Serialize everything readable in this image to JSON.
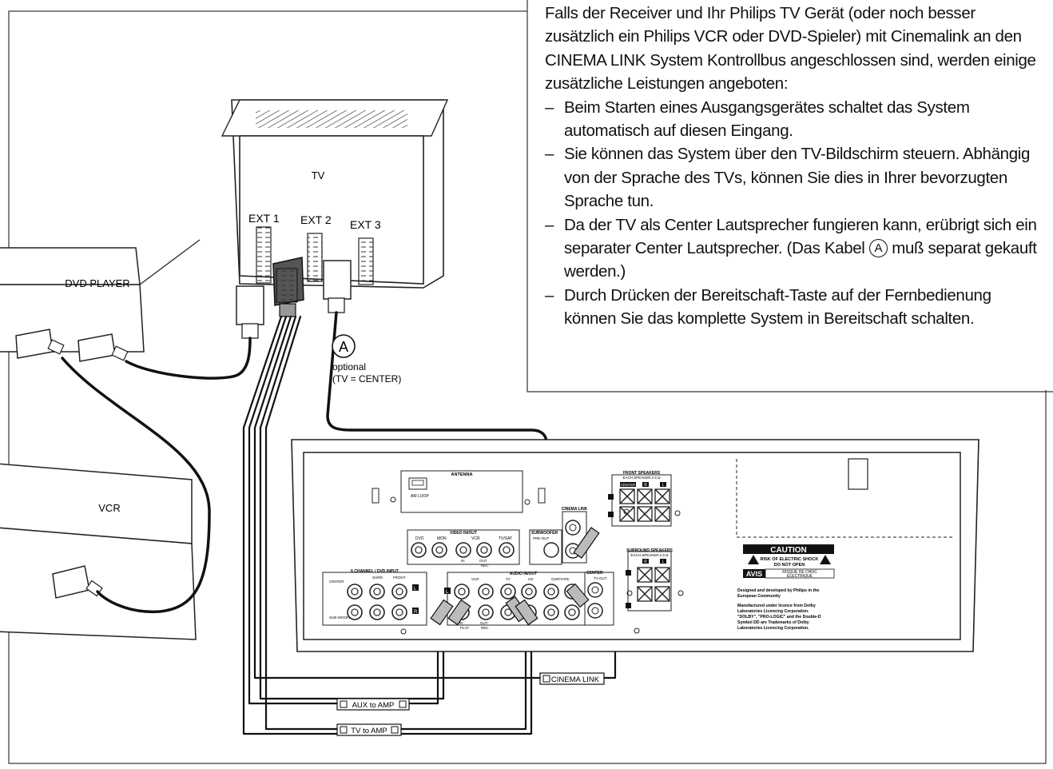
{
  "intro": "Falls der Receiver und Ihr Philips TV Gerät (oder noch besser zusätzlich ein Philips VCR oder DVD-Spieler) mit Cinemalink an den CINEMA LINK System Kontrollbus angeschlossen sind, werden einige zusätzliche Leistungen angeboten:",
  "bullets": [
    "Beim Starten eines Ausgangsgerätes schaltet das System automatisch auf diesen Eingang.",
    "Sie können das System über den TV-Bildschirm steuern. Abhängig von der Sprache des TVs, können Sie dies in Ihrer bevorzugten Sprache tun."
  ],
  "bullet3": {
    "before": "Da der TV als Center Lautsprecher fungieren kann, erübrigt sich ein separater Center Lautsprecher. (Das Kabel",
    "circle": "A",
    "after": "muß separat gekauft werden.)"
  },
  "bullet4": "Durch Drücken der Bereitschaft-Taste auf der Fernbedienung können Sie das komplette System in Bereitschaft schalten.",
  "labels": {
    "tv": "TV",
    "ext1": "EXT 1",
    "ext2": "EXT 2",
    "ext3": "EXT 3",
    "dvd_player": "DVD PLAYER",
    "vcr": "VCR",
    "cable_a": "A",
    "optional_1": "optional",
    "optional_2": "(TV = CENTER)",
    "cinema_link_cable": "CINEMA LINK",
    "aux_to_amp": "AUX to AMP",
    "tv_to_amp": "TV to AMP"
  },
  "receiver": {
    "antenna": "ANTENNA",
    "am_loop": "AM LOOP",
    "video_inout": "VIDEO IN/OUT",
    "video_jacks": [
      "DVD",
      "MON",
      "VCR",
      "TV/SAT"
    ],
    "in": "IN",
    "out": "OUT",
    "play": "PLAY",
    "rec": "REC",
    "subwoofer": "SUBWOOFER",
    "pre_out": "PRE-OUT",
    "cinema_link": "CINEMA LINK",
    "six_channel": "6 CHANNEL / DVD INPUT",
    "center": "CENTER",
    "surr": "SURR.",
    "front": "FRONT",
    "sub_woofer": "SUB-WOOFER",
    "audio_inout": "AUDIO IN/OUT",
    "audio_groups": [
      "VCR",
      "TV",
      "CD",
      "CDR/TAPE"
    ],
    "center_out": "CENTER",
    "tv_out": "TV-OUT",
    "l": "L",
    "r": "R",
    "front_speakers": "FRONT SPEAKERS",
    "each_speaker": "EACH SPEAKER ≥ 6 Ω",
    "surround_speakers": "SURROUND SPEAKERS",
    "each_speaker_8": "EACH SPEAKER ≥ 8 Ω",
    "center_spk": "CENTER",
    "caution": "CAUTION",
    "risk_1": "RISK OF ELECTRIC SHOCK",
    "risk_2": "DO NOT OPEN",
    "avis": "AVIS",
    "risque_1": "RISQUE DE CHOC",
    "risque_2": "ELECTRIQUE",
    "designed_1": "Designed and developed by Philips in the",
    "designed_2": "European Community",
    "licence_1": "Manufactured under licence from Dolby",
    "licence_2": "Laboratories Licencing Corporation.",
    "licence_3": "\"DOLBY\", \"PRO-LOGIC\" and the Double-D",
    "licence_4": "Symbol DD are Trademarks of Dolby",
    "licence_5": "Laboratories Licencing Corporation."
  }
}
